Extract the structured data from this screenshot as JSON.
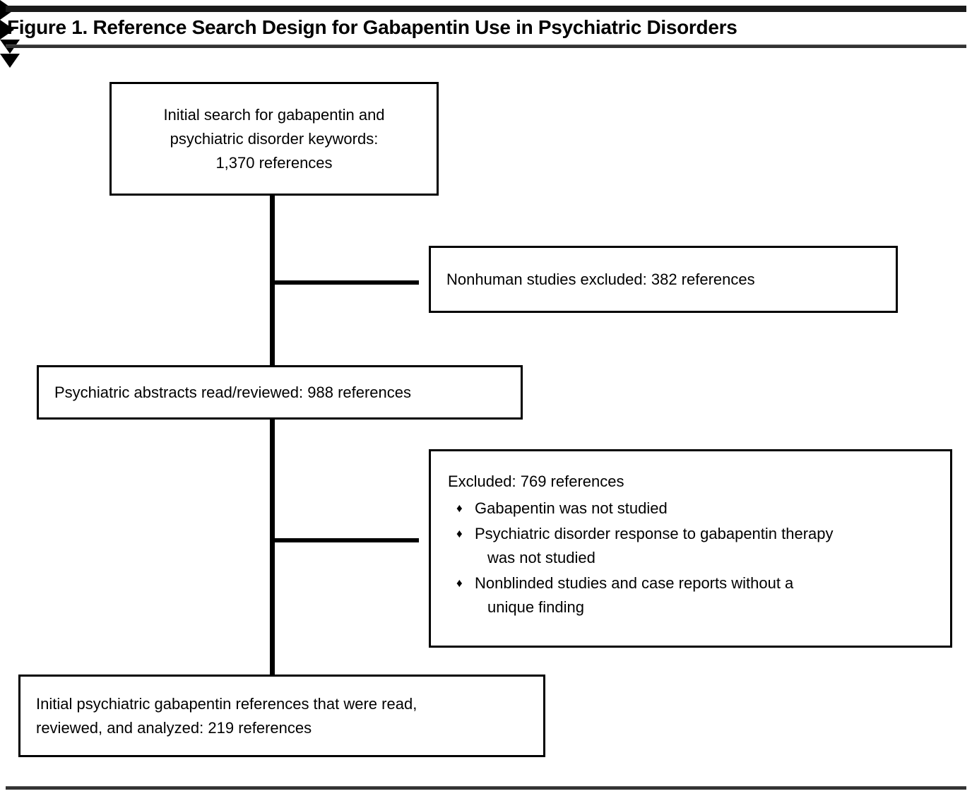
{
  "figure": {
    "title": "Figure 1. Reference Search Design for Gabapentin Use in Psychiatric Disorders"
  },
  "nodes": {
    "initial_search": {
      "line1": "Initial search for gabapentin and",
      "line2": "psychiatric disorder  keywords:",
      "line3": "1,370 references"
    },
    "nonhuman_excluded": {
      "text": "Nonhuman studies excluded: 382 references"
    },
    "abstracts_reviewed": {
      "text": "Psychiatric abstracts read/reviewed: 988 references"
    },
    "excluded_criteria": {
      "heading": "Excluded: 769 references",
      "bullet_glyph": "♦",
      "bullets": [
        {
          "line1": "Gabapentin was not studied",
          "line2": ""
        },
        {
          "line1": " Psychiatric disorder  response to gabapentin therapy",
          "line2": "was not studied"
        },
        {
          "line1": "Nonblinded studies and case reports without a",
          "line2": "unique finding"
        }
      ]
    },
    "final_references": {
      "line1": "Initial psychiatric gabapentin references that were read,",
      "line2": "reviewed, and analyzed: 219 references"
    }
  },
  "colors": {
    "rule": "#1a1a1a",
    "border": "#000000",
    "background": "#ffffff",
    "text": "#000000"
  }
}
